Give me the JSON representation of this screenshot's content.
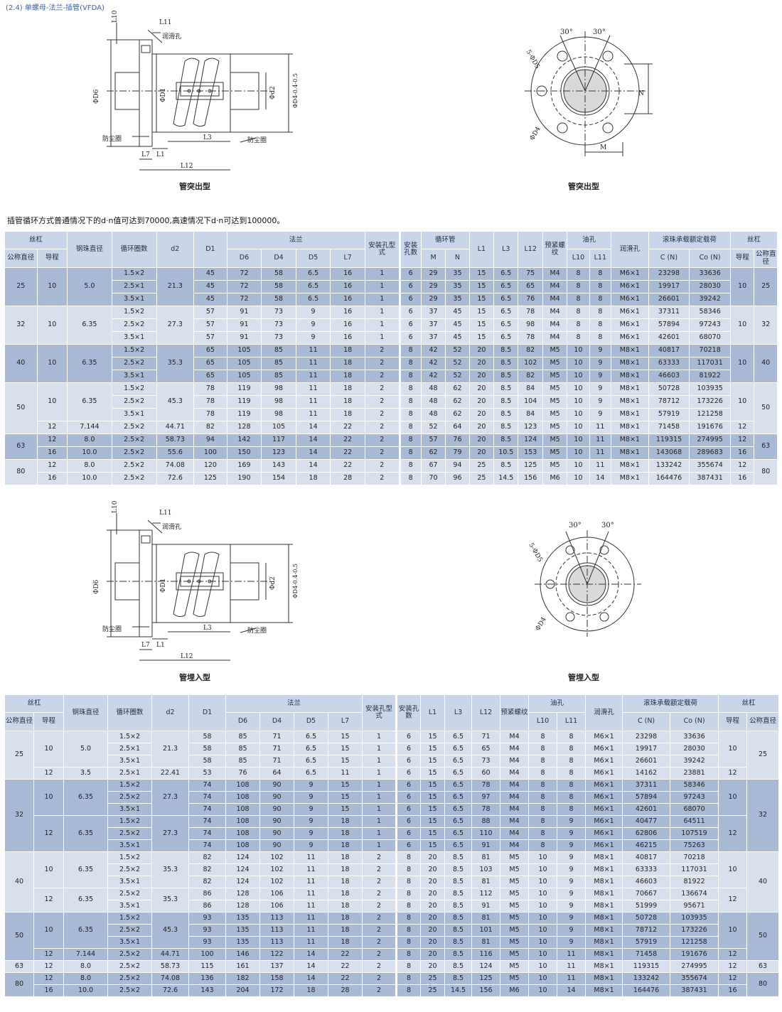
{
  "section_title": "(2.4) 单螺母-法兰-插管(VFDA)",
  "top": {
    "left_caption": "管突出型",
    "right_caption": "管突出型",
    "labels": {
      "l10": "L10",
      "l11": "L11",
      "lube": "润滑孔",
      "d6": "ΦD6",
      "d1": "ΦD1",
      "d2": "Φd2",
      "d4tol": "ΦD4-0.4-0.5",
      "dust1": "防尘圈",
      "dust2": "防尘圈",
      "l3": "L3",
      "l7": "L7",
      "l1": "L1",
      "l12": "L12",
      "a30a": "30°",
      "a30b": "30°",
      "holes": "5-ΦD5",
      "d4": "ΦD4",
      "n": "N",
      "m": "M"
    }
  },
  "note": "插管循环方式普通情况下的d·n值可达到70000,高速情况下d·n可达到100000。",
  "bottom": {
    "left_caption": "管埋入型",
    "right_caption": "管埋入型",
    "labels": {
      "l10": "L10",
      "l11": "L11",
      "lube": "润滑孔",
      "d6": "ΦD6",
      "d1": "ΦD1",
      "d2": "Φd2",
      "d4tol": "ΦD4-0.4-0.5",
      "dust1": "防尘圈",
      "dust2": "防尘圈",
      "l3": "L3",
      "l7": "L7",
      "l1": "L1",
      "l12": "L12",
      "a30a": "30°",
      "a30b": "30°",
      "holes": "5-ΦD5",
      "d4": "ΦD4"
    }
  },
  "table1": {
    "header": {
      "screw": "丝杠",
      "nominal": "公称直径",
      "lead": "导程",
      "ball": "钢珠直径",
      "circuits": "循环圈数",
      "d2": "d2",
      "d1": "D1",
      "flange": "法兰",
      "d6": "D6",
      "d4": "D4",
      "d5": "D5",
      "l7": "L7",
      "mount_type": "安装孔型式",
      "mount_count": "安装孔数",
      "tube": "循环管",
      "m": "M",
      "n": "N",
      "l1": "L1",
      "l3": "L3",
      "l12": "L12",
      "preload": "预紧螺纹",
      "oil": "油孔",
      "l10": "L10",
      "l11": "L11",
      "lube": "润滑孔",
      "load": "滚珠承载额定载荷",
      "c": "C (N)",
      "co": "Co (N)",
      "screw_r": "丝杠",
      "lead_r": "导程",
      "nominal_r": "公称直径"
    },
    "rows": [
      [
        "25",
        "10",
        "5.0",
        "1.5×2",
        "21.3",
        "45",
        "72",
        "58",
        "6.5",
        "16",
        "1",
        "6",
        "29",
        "35",
        "15",
        "6.5",
        "75",
        "M4",
        "8",
        "8",
        "M6×1",
        "23298",
        "33636",
        "10",
        "25"
      ],
      [
        "",
        "",
        "",
        "2.5×1",
        "",
        "45",
        "72",
        "58",
        "6.5",
        "16",
        "1",
        "6",
        "29",
        "35",
        "15",
        "6.5",
        "65",
        "M4",
        "8",
        "8",
        "M6×1",
        "19917",
        "28030",
        "",
        ""
      ],
      [
        "",
        "",
        "",
        "3.5×1",
        "",
        "45",
        "72",
        "58",
        "6.5",
        "16",
        "1",
        "6",
        "29",
        "35",
        "15",
        "6.5",
        "76",
        "M4",
        "8",
        "8",
        "M6×1",
        "26601",
        "39242",
        "",
        ""
      ],
      [
        "32",
        "10",
        "6.35",
        "1.5×2",
        "27.3",
        "57",
        "91",
        "73",
        "9",
        "16",
        "1",
        "6",
        "37",
        "45",
        "15",
        "6.5",
        "78",
        "M4",
        "8",
        "8",
        "M6×1",
        "37311",
        "58346",
        "10",
        "32"
      ],
      [
        "",
        "",
        "",
        "2.5×2",
        "",
        "57",
        "91",
        "73",
        "9",
        "16",
        "1",
        "6",
        "37",
        "45",
        "15",
        "6.5",
        "98",
        "M4",
        "8",
        "8",
        "M6×1",
        "57894",
        "97243",
        "",
        ""
      ],
      [
        "",
        "",
        "",
        "3.5×1",
        "",
        "57",
        "91",
        "73",
        "9",
        "16",
        "1",
        "6",
        "37",
        "45",
        "15",
        "6.5",
        "78",
        "M4",
        "8",
        "8",
        "M6×1",
        "42601",
        "68070",
        "",
        ""
      ],
      [
        "40",
        "10",
        "6.35",
        "1.5×2",
        "35.3",
        "65",
        "105",
        "85",
        "11",
        "18",
        "2",
        "8",
        "42",
        "52",
        "20",
        "8.5",
        "82",
        "M5",
        "10",
        "9",
        "M8×1",
        "40817",
        "70218",
        "10",
        "40"
      ],
      [
        "",
        "",
        "",
        "2.5×2",
        "",
        "65",
        "105",
        "85",
        "11",
        "18",
        "2",
        "8",
        "42",
        "52",
        "20",
        "8.5",
        "102",
        "M5",
        "10",
        "9",
        "M8×1",
        "63333",
        "117031",
        "",
        ""
      ],
      [
        "",
        "",
        "",
        "3.5×1",
        "",
        "65",
        "105",
        "85",
        "11",
        "18",
        "2",
        "8",
        "42",
        "52",
        "20",
        "8.5",
        "82",
        "M5",
        "10",
        "9",
        "M8×1",
        "46603",
        "81922",
        "",
        ""
      ],
      [
        "50",
        "10",
        "6.35",
        "1.5×2",
        "45.3",
        "78",
        "119",
        "98",
        "11",
        "18",
        "2",
        "8",
        "48",
        "62",
        "20",
        "8.5",
        "84",
        "M5",
        "10",
        "9",
        "M8×1",
        "50728",
        "103935",
        "10",
        "50"
      ],
      [
        "",
        "",
        "",
        "2.5×2",
        "",
        "78",
        "119",
        "98",
        "11",
        "18",
        "2",
        "8",
        "48",
        "62",
        "20",
        "8.5",
        "104",
        "M5",
        "10",
        "9",
        "M8×1",
        "78712",
        "173226",
        "",
        ""
      ],
      [
        "",
        "",
        "",
        "3.5×1",
        "",
        "78",
        "119",
        "98",
        "11",
        "18",
        "2",
        "8",
        "48",
        "62",
        "20",
        "8.5",
        "84",
        "M5",
        "10",
        "9",
        "M8×1",
        "57919",
        "121258",
        "",
        ""
      ],
      [
        "",
        "12",
        "7.144",
        "2.5×2",
        "44.71",
        "82",
        "128",
        "105",
        "14",
        "22",
        "2",
        "8",
        "52",
        "64",
        "20",
        "8.5",
        "123",
        "M5",
        "10",
        "11",
        "M8×1",
        "71458",
        "191676",
        "12",
        ""
      ],
      [
        "63",
        "12",
        "8.0",
        "2.5×2",
        "58.73",
        "94",
        "142",
        "117",
        "14",
        "22",
        "2",
        "8",
        "57",
        "76",
        "20",
        "8.5",
        "124",
        "M5",
        "10",
        "11",
        "M8×1",
        "119315",
        "274995",
        "12",
        "63"
      ],
      [
        "",
        "16",
        "10.0",
        "2.5×2",
        "55.6",
        "100",
        "150",
        "123",
        "14",
        "22",
        "2",
        "8",
        "62",
        "79",
        "20",
        "10.5",
        "153",
        "M5",
        "10",
        "11",
        "M8×1",
        "143068",
        "289683",
        "16",
        ""
      ],
      [
        "80",
        "12",
        "8.0",
        "2.5×2",
        "74.08",
        "120",
        "169",
        "143",
        "14",
        "22",
        "2",
        "8",
        "67",
        "94",
        "25",
        "8.5",
        "125",
        "M5",
        "10",
        "11",
        "M8×1",
        "133242",
        "355674",
        "12",
        "80"
      ],
      [
        "",
        "16",
        "10.0",
        "2.5×2",
        "72.6",
        "125",
        "190",
        "154",
        "18",
        "28",
        "2",
        "8",
        "70",
        "96",
        "25",
        "14.5",
        "156",
        "M6",
        "10",
        "14",
        "M8×1",
        "164476",
        "387431",
        "16",
        ""
      ]
    ]
  },
  "table2": {
    "header": {
      "screw": "丝杠",
      "nominal": "公称直径",
      "lead": "导程",
      "ball": "钢珠直径",
      "circuits": "循环圈数",
      "d2": "d2",
      "d1": "D1",
      "flange": "法兰",
      "d6": "D6",
      "d4": "D4",
      "d5": "D5",
      "l7": "L7",
      "mount_type": "安装孔型式",
      "mount_count": "安装孔数",
      "l1": "L1",
      "l3": "L3",
      "l12": "L12",
      "preload": "预紧螺纹",
      "oil": "油孔",
      "l10": "L10",
      "l11": "L11",
      "lube": "润滑孔",
      "load": "滚珠承载额定载荷",
      "c": "C (N)",
      "co": "Co (N)",
      "screw_r": "丝杠",
      "lead_r": "导程",
      "nominal_r": "公称直径"
    },
    "rows": [
      [
        "25",
        "10",
        "5.0",
        "1.5×2",
        "21.3",
        "58",
        "85",
        "71",
        "6.5",
        "15",
        "1",
        "6",
        "15",
        "6.5",
        "71",
        "M4",
        "8",
        "8",
        "M6×1",
        "23298",
        "33636",
        "10",
        "25"
      ],
      [
        "",
        "",
        "",
        "2.5×1",
        "",
        "58",
        "85",
        "71",
        "6.5",
        "15",
        "1",
        "6",
        "15",
        "6.5",
        "65",
        "M4",
        "8",
        "8",
        "M6×1",
        "19917",
        "28030",
        "",
        ""
      ],
      [
        "",
        "",
        "",
        "3.5×1",
        "",
        "58",
        "85",
        "71",
        "6.5",
        "15",
        "1",
        "6",
        "15",
        "6.5",
        "73",
        "M4",
        "8",
        "8",
        "M6×1",
        "26601",
        "39242",
        "",
        ""
      ],
      [
        "",
        "12",
        "3.5",
        "2.5×1",
        "22.41",
        "53",
        "76",
        "64",
        "6.5",
        "11",
        "1",
        "6",
        "15",
        "6.5",
        "60",
        "M4",
        "8",
        "8",
        "M6×1",
        "14162",
        "23881",
        "12",
        ""
      ],
      [
        "32",
        "10",
        "6.35",
        "1.5×2",
        "27.3",
        "74",
        "108",
        "90",
        "9",
        "15",
        "1",
        "6",
        "15",
        "6.5",
        "78",
        "M4",
        "8",
        "8",
        "M6×1",
        "37311",
        "58346",
        "10",
        "32"
      ],
      [
        "",
        "",
        "",
        "2.5×2",
        "",
        "74",
        "108",
        "90",
        "9",
        "15",
        "1",
        "6",
        "15",
        "6.5",
        "97",
        "M4",
        "8",
        "8",
        "M6×1",
        "57894",
        "97243",
        "",
        ""
      ],
      [
        "",
        "",
        "",
        "3.5×1",
        "",
        "74",
        "108",
        "90",
        "9",
        "15",
        "1",
        "6",
        "15",
        "6.5",
        "78",
        "M4",
        "8",
        "8",
        "M6×1",
        "42601",
        "68070",
        "",
        ""
      ],
      [
        "",
        "12",
        "6.35",
        "1.5×2",
        "27.3",
        "74",
        "108",
        "90",
        "9",
        "18",
        "1",
        "6",
        "15",
        "6.5",
        "88",
        "M4",
        "8",
        "9",
        "M6×1",
        "40477",
        "64511",
        "12",
        ""
      ],
      [
        "",
        "",
        "",
        "2.5×2",
        "",
        "74",
        "108",
        "90",
        "9",
        "18",
        "1",
        "6",
        "15",
        "6.5",
        "110",
        "M4",
        "8",
        "9",
        "M6×1",
        "62806",
        "107519",
        "",
        ""
      ],
      [
        "",
        "",
        "",
        "3.5×1",
        "",
        "74",
        "108",
        "90",
        "9",
        "18",
        "1",
        "6",
        "15",
        "6.5",
        "91",
        "M4",
        "8",
        "9",
        "M6×1",
        "46215",
        "75263",
        "",
        ""
      ],
      [
        "40",
        "10",
        "6.35",
        "1.5×2",
        "35.3",
        "82",
        "124",
        "102",
        "11",
        "18",
        "2",
        "8",
        "20",
        "8.5",
        "81",
        "M5",
        "10",
        "9",
        "M8×1",
        "40817",
        "70218",
        "10",
        "40"
      ],
      [
        "",
        "",
        "",
        "2.5×2",
        "",
        "82",
        "124",
        "102",
        "11",
        "18",
        "2",
        "8",
        "20",
        "8.5",
        "103",
        "M5",
        "10",
        "9",
        "M8×1",
        "63333",
        "117031",
        "",
        ""
      ],
      [
        "",
        "",
        "",
        "3.5×1",
        "",
        "82",
        "124",
        "102",
        "11",
        "18",
        "2",
        "8",
        "20",
        "8.5",
        "81",
        "M5",
        "10",
        "9",
        "M8×1",
        "46603",
        "81922",
        "",
        ""
      ],
      [
        "",
        "12",
        "6.35",
        "2.5×2",
        "35.3",
        "86",
        "128",
        "106",
        "11",
        "18",
        "2",
        "8",
        "20",
        "8.5",
        "112",
        "M5",
        "10",
        "9",
        "M8×1",
        "70667",
        "136674",
        "12",
        ""
      ],
      [
        "",
        "",
        "",
        "3.5×1",
        "",
        "86",
        "128",
        "106",
        "11",
        "18",
        "2",
        "8",
        "20",
        "8.5",
        "91",
        "M5",
        "10",
        "9",
        "M8×1",
        "51999",
        "95671",
        "",
        ""
      ],
      [
        "50",
        "10",
        "6.35",
        "1.5×2",
        "45.3",
        "93",
        "135",
        "113",
        "11",
        "18",
        "2",
        "8",
        "20",
        "8.5",
        "81",
        "M5",
        "10",
        "9",
        "M8×1",
        "50728",
        "103935",
        "10",
        "50"
      ],
      [
        "",
        "",
        "",
        "2.5×2",
        "",
        "93",
        "135",
        "113",
        "11",
        "18",
        "2",
        "8",
        "20",
        "8.5",
        "101",
        "M5",
        "10",
        "9",
        "M8×1",
        "78712",
        "173226",
        "",
        ""
      ],
      [
        "",
        "",
        "",
        "3.5×1",
        "",
        "93",
        "135",
        "113",
        "11",
        "18",
        "2",
        "8",
        "20",
        "8.5",
        "81",
        "M5",
        "10",
        "9",
        "M8×1",
        "57919",
        "121258",
        "",
        ""
      ],
      [
        "",
        "12",
        "7.144",
        "2.5×2",
        "44.71",
        "100",
        "146",
        "122",
        "14",
        "22",
        "2",
        "8",
        "20",
        "8.5",
        "116",
        "M5",
        "10",
        "11",
        "M8×1",
        "71458",
        "191676",
        "12",
        ""
      ],
      [
        "63",
        "12",
        "8.0",
        "2.5×2",
        "58.73",
        "115",
        "161",
        "137",
        "14",
        "22",
        "2",
        "8",
        "20",
        "8.5",
        "124",
        "M5",
        "10",
        "11",
        "M8×1",
        "119315",
        "274995",
        "12",
        "63"
      ],
      [
        "80",
        "12",
        "8.0",
        "2.5×2",
        "74.08",
        "136",
        "182",
        "158",
        "14",
        "22",
        "2",
        "8",
        "25",
        "8.5",
        "125",
        "M5",
        "10",
        "11",
        "M8×1",
        "133242",
        "355674",
        "12",
        "80"
      ],
      [
        "",
        "16",
        "10.0",
        "2.5×2",
        "72.6",
        "143",
        "204",
        "172",
        "18",
        "28",
        "2",
        "8",
        "25",
        "14.5",
        "156",
        "M6",
        "10",
        "14",
        "M8×1",
        "164476",
        "387431",
        "16",
        ""
      ]
    ]
  }
}
